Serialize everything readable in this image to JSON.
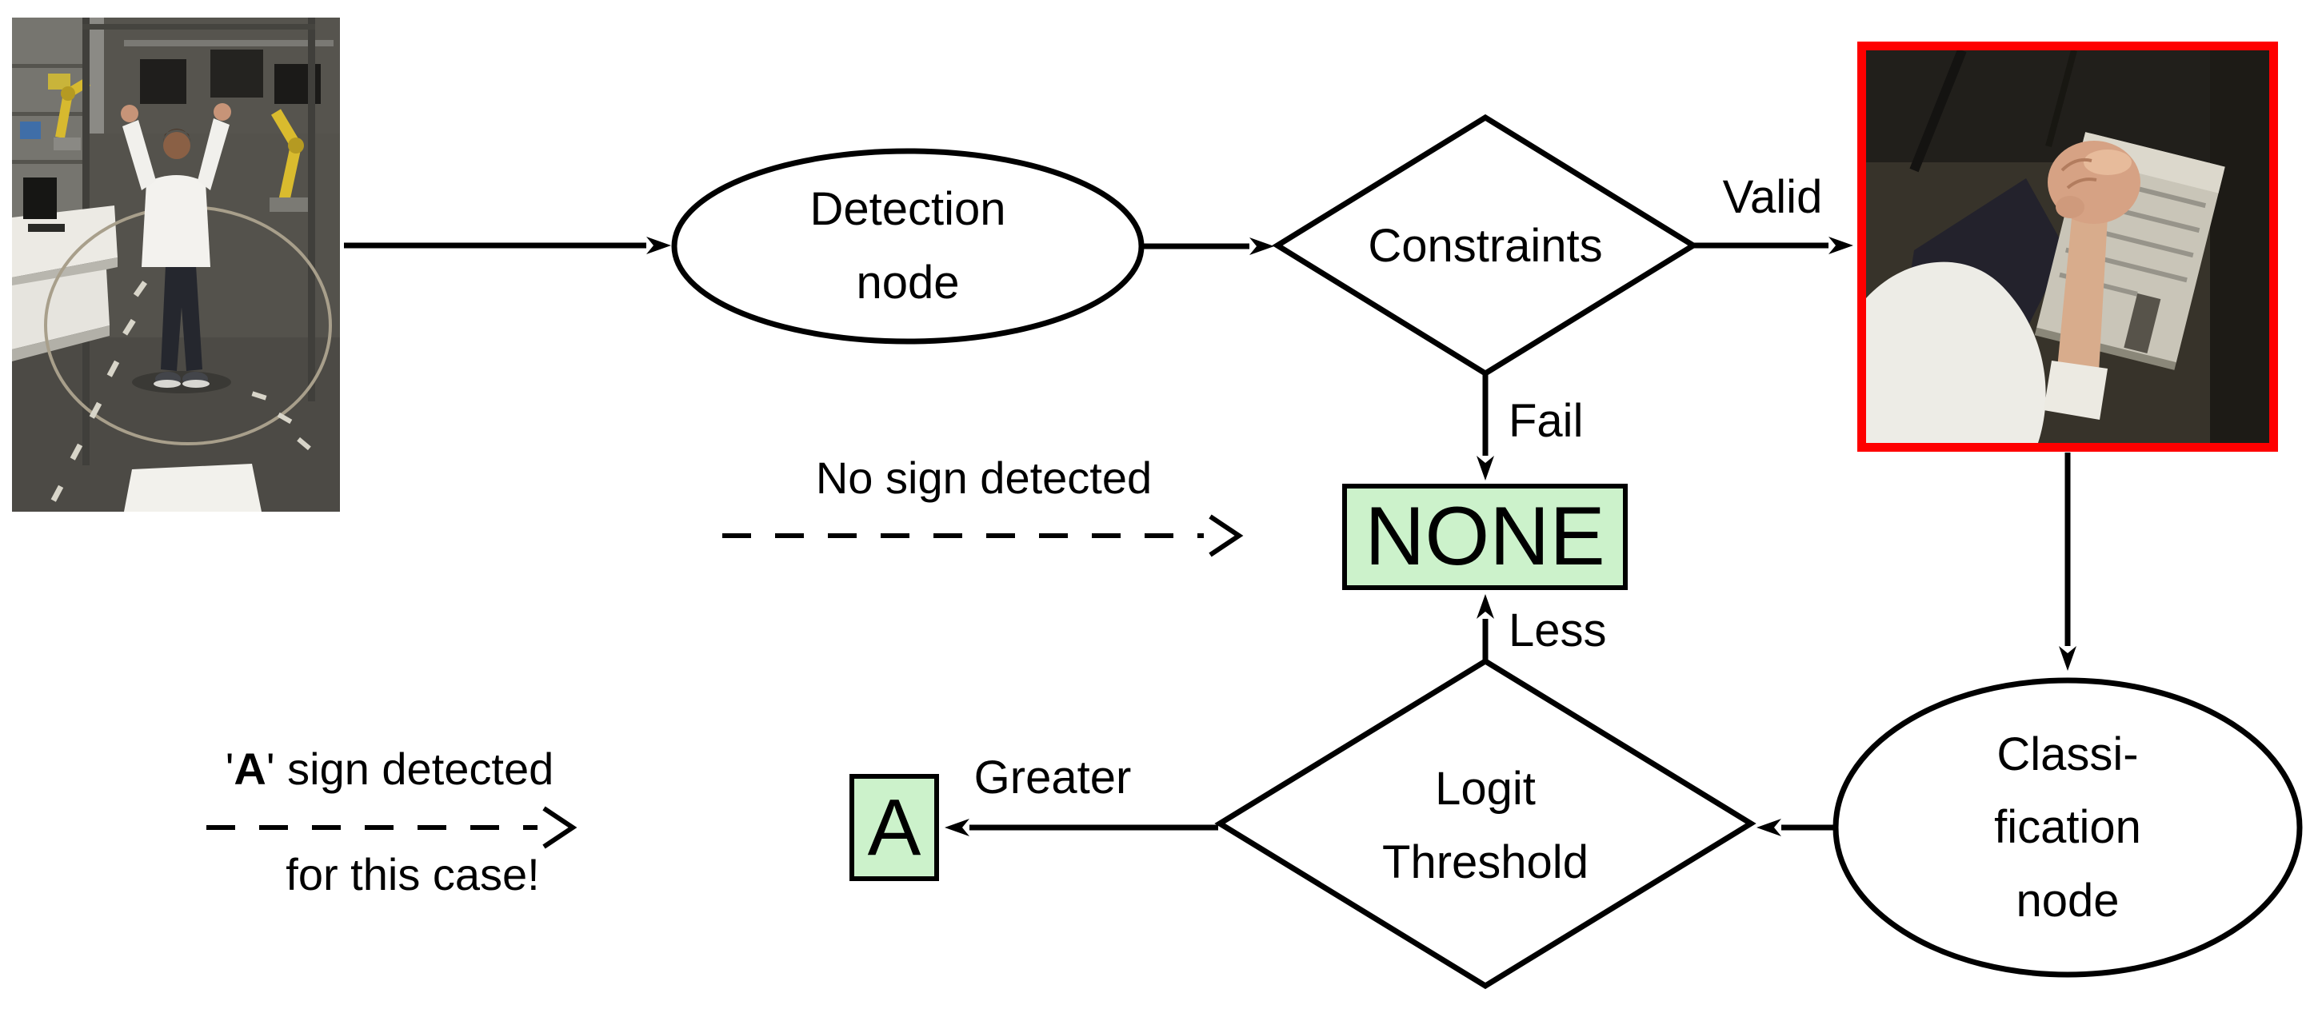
{
  "diagram": {
    "nodes": {
      "detection": {
        "line1": "Detection",
        "line2": "node"
      },
      "constraints": {
        "label": "Constraints"
      },
      "classification": {
        "line1": "Classi-",
        "line2": "fication",
        "line3": "node"
      },
      "logit_threshold": {
        "line1": "Logit",
        "line2": "Threshold"
      },
      "none_result": {
        "label": "NONE"
      },
      "a_result": {
        "label": "A"
      }
    },
    "edge_labels": {
      "valid": "Valid",
      "fail": "Fail",
      "less": "Less",
      "greater": "Greater"
    },
    "annotations": {
      "no_sign": "No sign detected",
      "a_sign_pre": "'",
      "a_sign_letter": "A",
      "a_sign_post": "' sign detected",
      "a_sign_line2": "for this case!"
    },
    "colors": {
      "result_fill": "#ccf2cb",
      "crop_border": "#fe0000",
      "line": "#000000"
    },
    "images": {
      "overview": "lab-overview-photo",
      "crop": "detected-fist-crop"
    }
  }
}
